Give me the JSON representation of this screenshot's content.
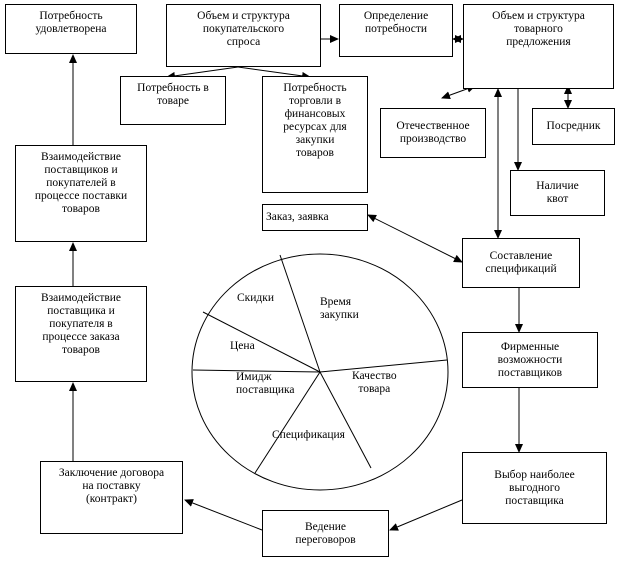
{
  "boxes": {
    "need_satisfied": "Потребность\nудовлетворена",
    "demand_structure": "Объем и структура\nпокупательского\nспроса",
    "need_definition": "Определение\nпотребности",
    "supply_structure": "Объем и структура\nтоварного\nпредложения",
    "need_in_goods": "Потребность в\nтоваре",
    "trade_finance_need": "Потребность\nторговли в\nфинансовых\nресурсах для\nзакупки\nтоваров",
    "domestic_production": "Отечественное\nпроизводство",
    "intermediary": "Посредник",
    "quotas": "Наличие\nквот",
    "interaction_delivery": "Взаимодействие\nпоставщиков и\nпокупателей в\nпроцессе поставки\nтоваров",
    "order_request": "Заказ, заявка",
    "specification": "Составление\nспецификаций",
    "interaction_order": "Взаимодействие\nпоставщика и\nпокупателя в\nпроцессе заказа\nтоваров",
    "supplier_capabilities": "Фирменные\nвозможности\nпоставщиков",
    "choose_supplier": "Выбор наиболее\nвыгодного\nпоставщика",
    "contract": "Заключение договора\nна поставку\n(контракт)",
    "negotiations": "Ведение\nпереговоров"
  },
  "pie_segments": {
    "discounts": "Скидки",
    "purchase_time": "Время\nзакупки",
    "price": "Цена",
    "supplier_image": "Имидж\nпоставщика",
    "goods_quality": "Качество\nтовара",
    "specification": "Спецификация"
  },
  "colors": {
    "stroke": "#000000",
    "background": "#ffffff"
  }
}
